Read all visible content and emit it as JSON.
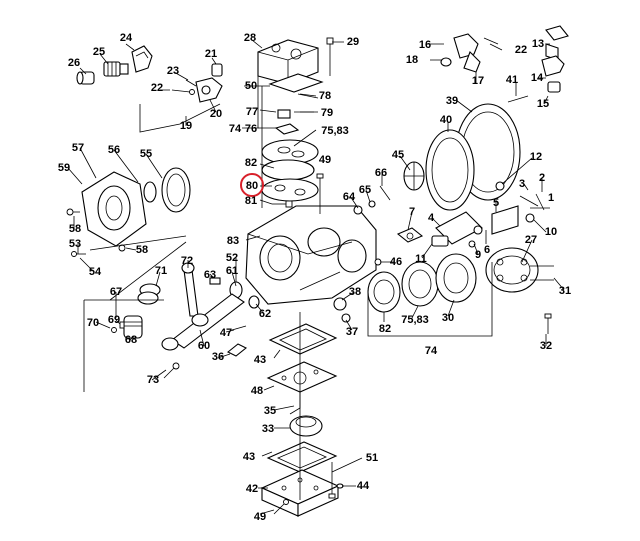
{
  "highlight": {
    "label": "80",
    "color": "#d8202a"
  },
  "callouts": [
    {
      "id": "c26",
      "text": "26"
    },
    {
      "id": "c25",
      "text": "25"
    },
    {
      "id": "c24",
      "text": "24"
    },
    {
      "id": "c21",
      "text": "21"
    },
    {
      "id": "c23",
      "text": "23"
    },
    {
      "id": "c22a",
      "text": "22"
    },
    {
      "id": "c20",
      "text": "20"
    },
    {
      "id": "c19",
      "text": "19"
    },
    {
      "id": "c28",
      "text": "28"
    },
    {
      "id": "c29",
      "text": "29"
    },
    {
      "id": "c50",
      "text": "50"
    },
    {
      "id": "c78",
      "text": "78"
    },
    {
      "id": "c77",
      "text": "77"
    },
    {
      "id": "c79",
      "text": "79"
    },
    {
      "id": "c74a",
      "text": "74"
    },
    {
      "id": "c76",
      "text": "76"
    },
    {
      "id": "c7583a",
      "text": "75,83"
    },
    {
      "id": "c82a",
      "text": "82"
    },
    {
      "id": "c80",
      "text": "80"
    },
    {
      "id": "c81",
      "text": "81"
    },
    {
      "id": "c83",
      "text": "83"
    },
    {
      "id": "c49a",
      "text": "49"
    },
    {
      "id": "c16",
      "text": "16"
    },
    {
      "id": "c22b",
      "text": "22"
    },
    {
      "id": "c13",
      "text": "13"
    },
    {
      "id": "c18",
      "text": "18"
    },
    {
      "id": "c17",
      "text": "17"
    },
    {
      "id": "c14",
      "text": "14"
    },
    {
      "id": "c41",
      "text": "41"
    },
    {
      "id": "c15",
      "text": "15"
    },
    {
      "id": "c39",
      "text": "39"
    },
    {
      "id": "c40",
      "text": "40"
    },
    {
      "id": "c12",
      "text": "12"
    },
    {
      "id": "c3",
      "text": "3"
    },
    {
      "id": "c2",
      "text": "2"
    },
    {
      "id": "c1",
      "text": "1"
    },
    {
      "id": "c5",
      "text": "5"
    },
    {
      "id": "c10",
      "text": "10"
    },
    {
      "id": "c57",
      "text": "57"
    },
    {
      "id": "c56",
      "text": "56"
    },
    {
      "id": "c55",
      "text": "55"
    },
    {
      "id": "c59",
      "text": "59"
    },
    {
      "id": "c58a",
      "text": "58"
    },
    {
      "id": "c53",
      "text": "53"
    },
    {
      "id": "c54",
      "text": "54"
    },
    {
      "id": "c58b",
      "text": "58"
    },
    {
      "id": "c45",
      "text": "45"
    },
    {
      "id": "c66",
      "text": "66"
    },
    {
      "id": "c65",
      "text": "65"
    },
    {
      "id": "c64",
      "text": "64"
    },
    {
      "id": "c7",
      "text": "7"
    },
    {
      "id": "c4",
      "text": "4"
    },
    {
      "id": "c11",
      "text": "11"
    },
    {
      "id": "c9",
      "text": "9"
    },
    {
      "id": "c6",
      "text": "6"
    },
    {
      "id": "c27",
      "text": "27"
    },
    {
      "id": "c46",
      "text": "46"
    },
    {
      "id": "c31",
      "text": "31"
    },
    {
      "id": "c72",
      "text": "72"
    },
    {
      "id": "c71",
      "text": "71"
    },
    {
      "id": "c63",
      "text": "63"
    },
    {
      "id": "c52",
      "text": "52"
    },
    {
      "id": "c61",
      "text": "61"
    },
    {
      "id": "c67",
      "text": "67"
    },
    {
      "id": "c70",
      "text": "70"
    },
    {
      "id": "c69",
      "text": "69"
    },
    {
      "id": "c68",
      "text": "68"
    },
    {
      "id": "c60",
      "text": "60"
    },
    {
      "id": "c62",
      "text": "62"
    },
    {
      "id": "c47",
      "text": "47"
    },
    {
      "id": "c36",
      "text": "36"
    },
    {
      "id": "c73",
      "text": "73"
    },
    {
      "id": "c38",
      "text": "38"
    },
    {
      "id": "c37",
      "text": "37"
    },
    {
      "id": "c82b",
      "text": "82"
    },
    {
      "id": "c7583b",
      "text": "75,83"
    },
    {
      "id": "c30",
      "text": "30"
    },
    {
      "id": "c74b",
      "text": "74"
    },
    {
      "id": "c32",
      "text": "32"
    },
    {
      "id": "c43a",
      "text": "43"
    },
    {
      "id": "c48",
      "text": "48"
    },
    {
      "id": "c35",
      "text": "35"
    },
    {
      "id": "c33",
      "text": "33"
    },
    {
      "id": "c43b",
      "text": "43"
    },
    {
      "id": "c51",
      "text": "51"
    },
    {
      "id": "c44",
      "text": "44"
    },
    {
      "id": "c42",
      "text": "42"
    },
    {
      "id": "c49b",
      "text": "49"
    }
  ]
}
